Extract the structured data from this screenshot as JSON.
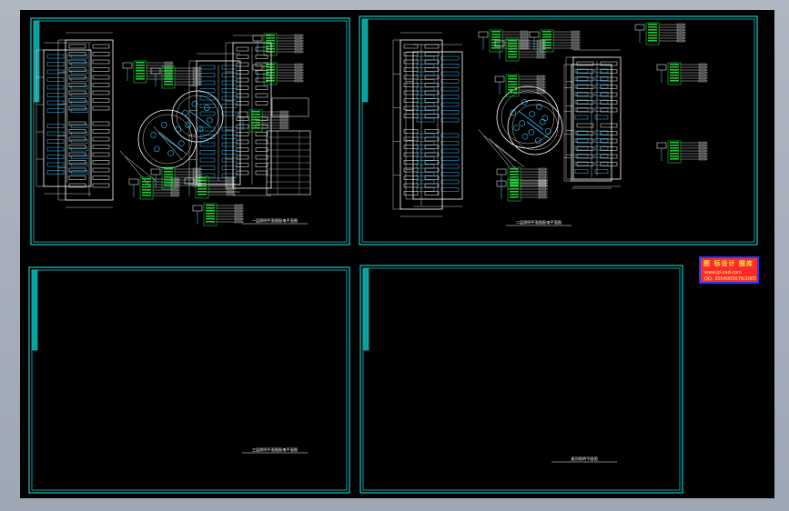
{
  "stamp": {
    "title": "图 标设计 图库",
    "line1": "www.jd-cad.com",
    "line2": "QQ: 3004005678/2005"
  },
  "sheets": [
    {
      "id": "sheet-1",
      "caption": "一层照明平面图配电平面图"
    },
    {
      "id": "sheet-2",
      "caption": "二层照明平面图配电平面图"
    },
    {
      "id": "sheet-3",
      "caption": "三层照明平面图配电平面图"
    },
    {
      "id": "sheet-4",
      "caption": "屋顶照明平面图"
    }
  ],
  "colors": {
    "frame": "#13c7c7",
    "line": "#ffffff",
    "fixture": "#35c4ff",
    "panel": "#21c93a",
    "magenta": "#ff28ff",
    "stamp_red": "#ff2a2a",
    "stamp_border": "#1f3dff"
  }
}
